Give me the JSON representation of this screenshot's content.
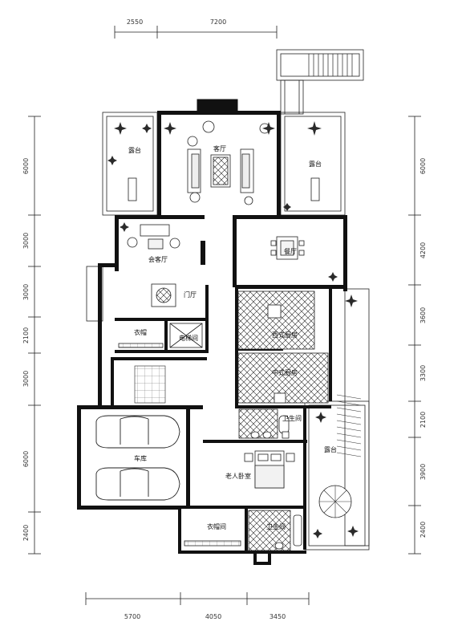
{
  "plan": {
    "dimensions": {
      "top": [
        "2550",
        "7200"
      ],
      "bottom": [
        "5700",
        "4050",
        "3450"
      ],
      "left": [
        "6000",
        "3000",
        "3000",
        "2100",
        "3000",
        "6000",
        "2400"
      ],
      "right": [
        "6000",
        "4200",
        "3600",
        "3300",
        "2100",
        "3900",
        "2400"
      ]
    },
    "rooms": {
      "living": "客厅",
      "terrace_left": "露台",
      "terrace_right": "露台",
      "reception": "会客厅",
      "dining": "餐厅",
      "foyer": "门厅",
      "closet": "衣帽",
      "elevator": "电梯间",
      "western_kitchen": "西式厨房",
      "chinese_kitchen": "中式厨房",
      "bathroom_upper": "卫生间",
      "garage": "车库",
      "elder_bedroom": "老人卧室",
      "terrace_lower": "露台",
      "walkin_closet": "衣帽间",
      "bathroom_lower": "卫生间"
    },
    "colors": {
      "line": "#111111",
      "plant": "#2a2a2a"
    }
  }
}
